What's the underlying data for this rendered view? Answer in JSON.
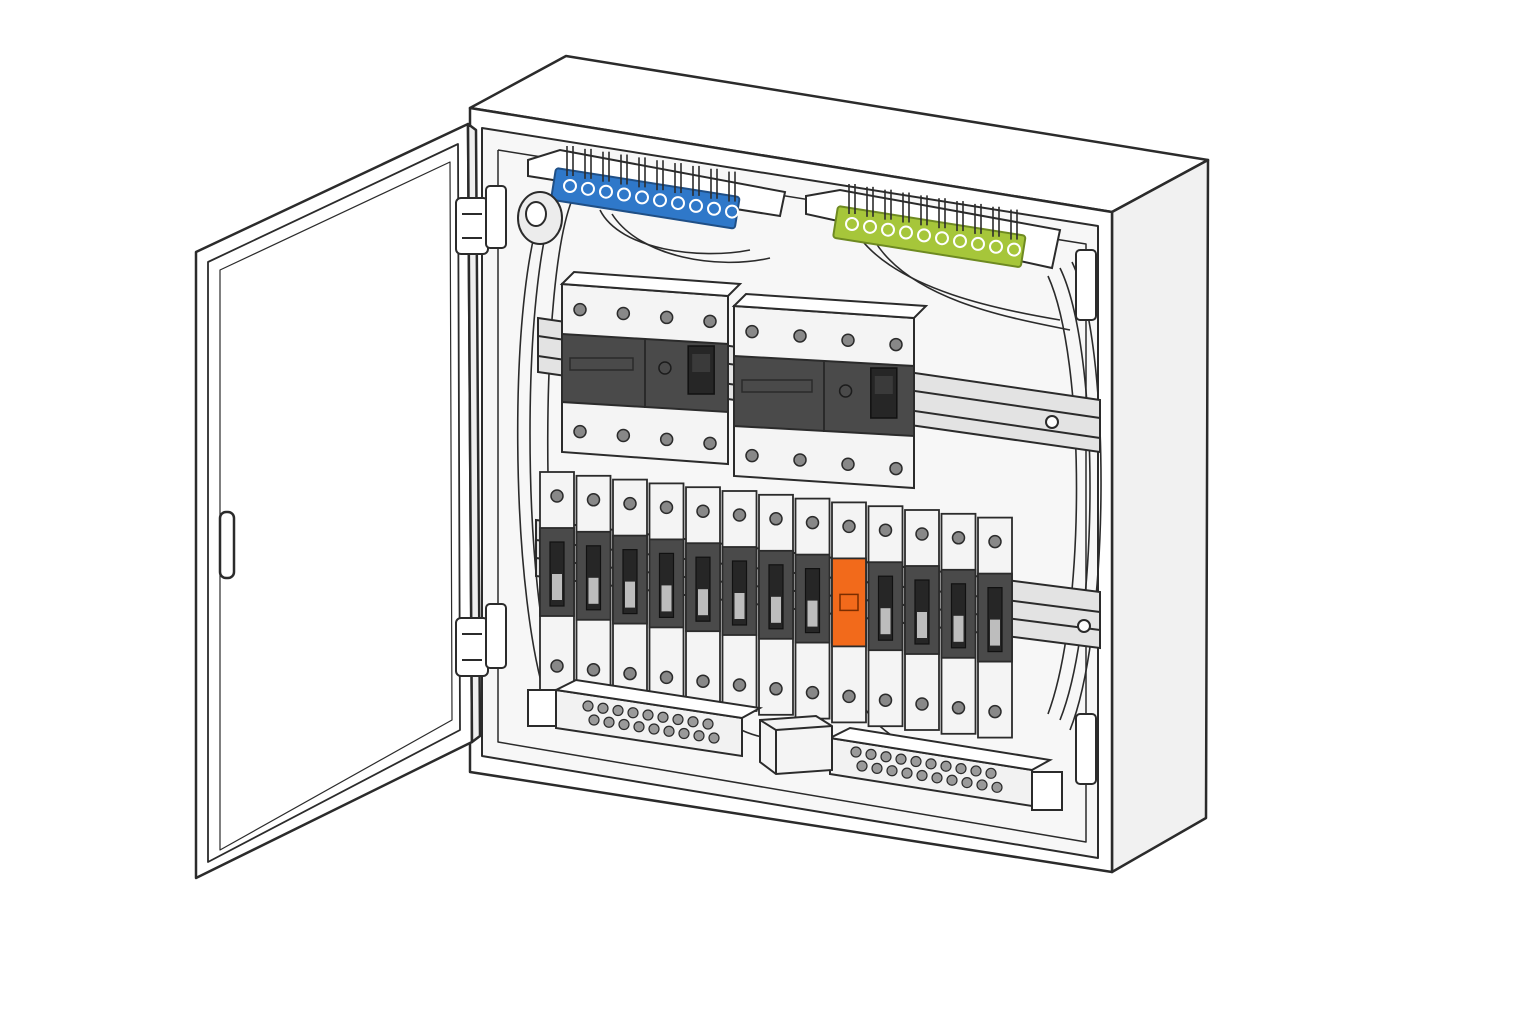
{
  "illustration": {
    "subject": "electrical-distribution-board",
    "door_state": "open",
    "highlighted_breaker_index": 8,
    "breaker_count": 13,
    "rcd_count": 2
  },
  "colors": {
    "background": "#ffffff",
    "line": "#2b2b2b",
    "enclosure": "#ffffff",
    "enclosure_side": "#f1f1f1",
    "enclosure_inner": "#f7f7f7",
    "device_body": "#f4f4f4",
    "device_face": "#4a4a4a",
    "toggle": "#262626",
    "neutral_bar": "#2f78c9",
    "earth_bar": "#a6c63a",
    "highlight_breaker": "#f26a1b",
    "din_rail": "#e3e3e3",
    "wire": "#dcdcdc"
  },
  "icons": {
    "neutral_bar": "neutral-busbar-icon",
    "earth_bar": "earth-busbar-icon",
    "hinge": "door-hinge-icon",
    "breaker": "circuit-breaker-icon",
    "rcd": "residual-current-device-icon",
    "terminal_block": "terminal-block-icon"
  }
}
